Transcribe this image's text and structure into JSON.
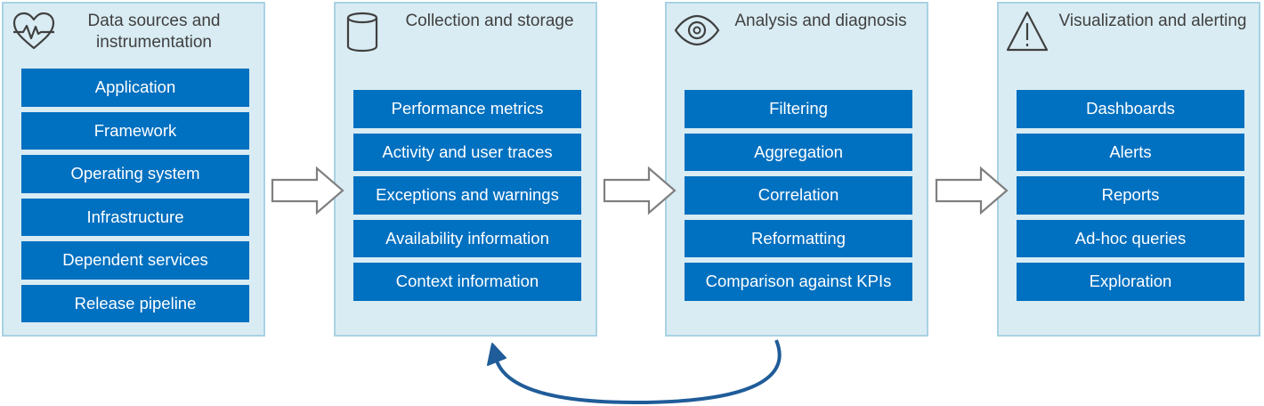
{
  "stages": [
    {
      "title": "Data sources and instrumentation",
      "icon": "heart-pulse-icon",
      "items": [
        "Application",
        "Framework",
        "Operating system",
        "Infrastructure",
        "Dependent services",
        "Release pipeline"
      ]
    },
    {
      "title": "Collection and storage",
      "icon": "database-icon",
      "items": [
        "Performance metrics",
        "Activity and user traces",
        "Exceptions and warnings",
        "Availability information",
        "Context information"
      ]
    },
    {
      "title": "Analysis and diagnosis",
      "icon": "eye-icon",
      "items": [
        "Filtering",
        "Aggregation",
        "Correlation",
        "Reformatting",
        "Comparison against KPIs"
      ]
    },
    {
      "title": "Visualization and alerting",
      "icon": "warning-icon",
      "items": [
        "Dashboards",
        "Alerts",
        "Reports",
        "Ad-hoc queries",
        "Exploration"
      ]
    }
  ],
  "colors": {
    "panel_bg": "#d9ecf3",
    "panel_border": "#a9d2e3",
    "item_bg": "#0070c0",
    "item_text": "#ffffff",
    "feedback_arrow": "#1f5c99"
  }
}
